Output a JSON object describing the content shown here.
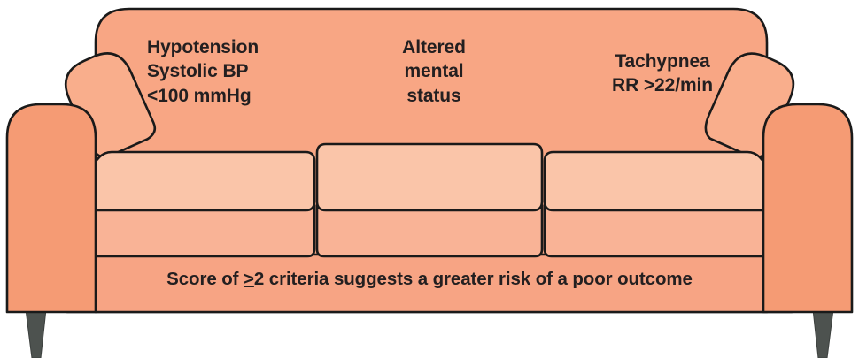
{
  "figure": {
    "title": "qSOFA criteria couch infographic",
    "criteria": [
      {
        "id": "hypotension",
        "name": "Hypotension",
        "lines": [
          "Hypotension",
          "Systolic BP",
          "<100 mmHg"
        ],
        "text": "Hypotension\nSystolic BP\n<100 mmHg"
      },
      {
        "id": "altered-mental-status",
        "name": "Altered mental status",
        "lines": [
          "Altered",
          "mental",
          "status"
        ],
        "text": "Altered\nmental\nstatus"
      },
      {
        "id": "tachypnea",
        "name": "Tachypnea",
        "lines": [
          "Tachypnea",
          "RR >22/min"
        ],
        "text": "Tachypnea\nRR >22/min"
      }
    ],
    "banner": {
      "prefix": "Score of ",
      "symbol": ">",
      "suffix": "2 criteria suggests a greater risk of a poor outcome",
      "full_text": "Score of ≥2 criteria suggests a greater risk of a poor outcome"
    },
    "colors": {
      "backrest": "#f8a684",
      "outer_arm": "#f59b74",
      "inner_arm": "#f9ae8c",
      "cushion_top": "#fac5a9",
      "cushion_front": "#f9b396",
      "skirt": "#f7a484",
      "outline": "#1a1a1a",
      "leg": "#4d524f",
      "background": "#ffffff",
      "text": "#231f20"
    }
  }
}
